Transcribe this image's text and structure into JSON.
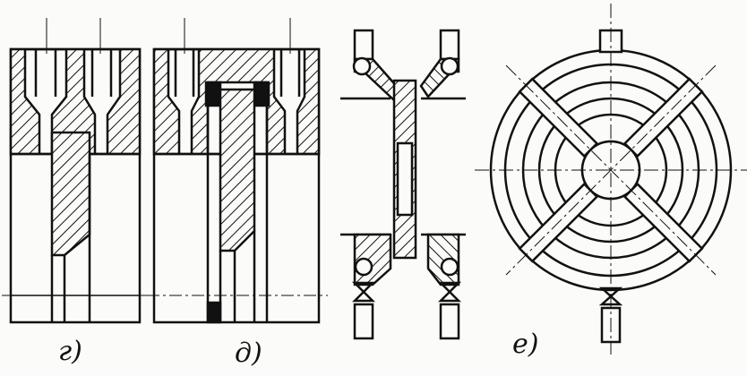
{
  "figure": {
    "labels": {
      "g": "г)",
      "d": "д)",
      "e": "е)"
    },
    "colors": {
      "ink": "#111111",
      "paper": "#fbfbf9"
    }
  }
}
